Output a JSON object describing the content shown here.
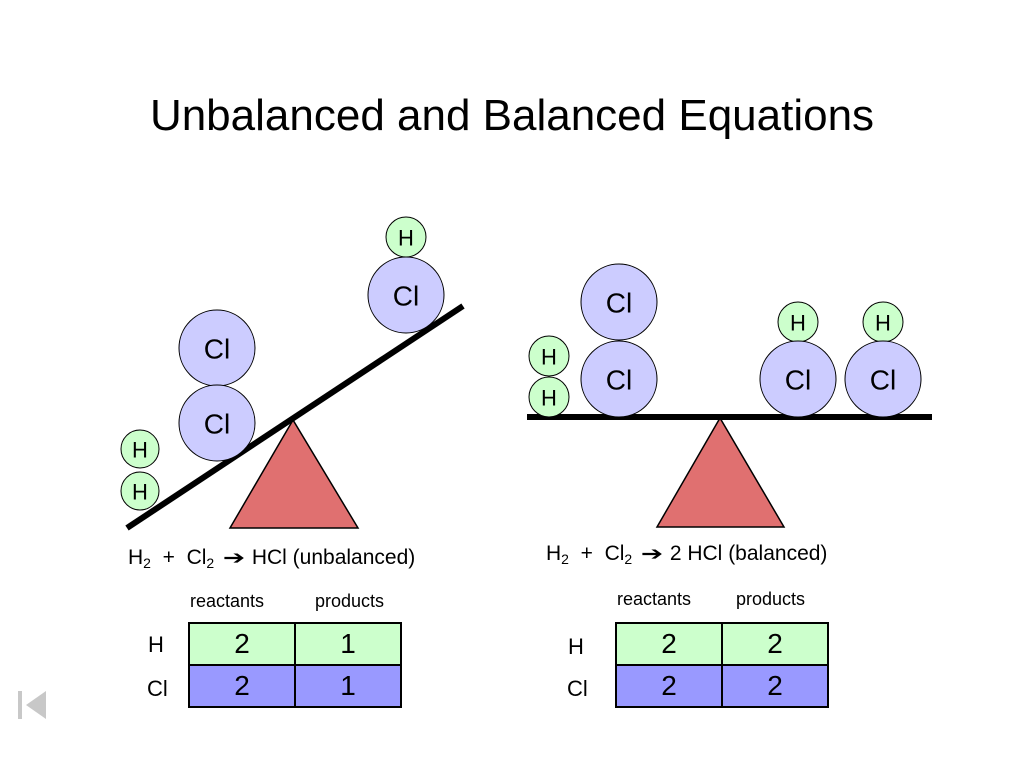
{
  "title": "Unbalanced and Balanced Equations",
  "atoms": {
    "hydrogen": "H",
    "chlorine": "Cl"
  },
  "colors": {
    "hydrogen_fill": "#ccffcc",
    "chlorine_fill": "#ccccff",
    "fulcrum_fill": "#e07070",
    "table_h_fill": "#ccffcc",
    "table_cl_fill": "#9999ff"
  },
  "unbalanced": {
    "equation": {
      "h": "H",
      "h_sub": "2",
      "plus": "+",
      "cl": "Cl",
      "cl_sub": "2",
      "arrow": "➔",
      "product": "HCl",
      "note": "(unbalanced)"
    },
    "table": {
      "headers": [
        "reactants",
        "products"
      ],
      "rows": [
        {
          "label": "H",
          "values": [
            "2",
            "1"
          ]
        },
        {
          "label": "Cl",
          "values": [
            "2",
            "1"
          ]
        }
      ]
    }
  },
  "balanced": {
    "equation": {
      "h": "H",
      "h_sub": "2",
      "plus": "+",
      "cl": "Cl",
      "cl_sub": "2",
      "arrow": "➔",
      "product": "2 HCl",
      "note": "(balanced)"
    },
    "table": {
      "headers": [
        "reactants",
        "products"
      ],
      "rows": [
        {
          "label": "H",
          "values": [
            "2",
            "2"
          ]
        },
        {
          "label": "Cl",
          "values": [
            "2",
            "2"
          ]
        }
      ]
    }
  },
  "nav": {
    "icon": "skip-to-start-icon"
  }
}
